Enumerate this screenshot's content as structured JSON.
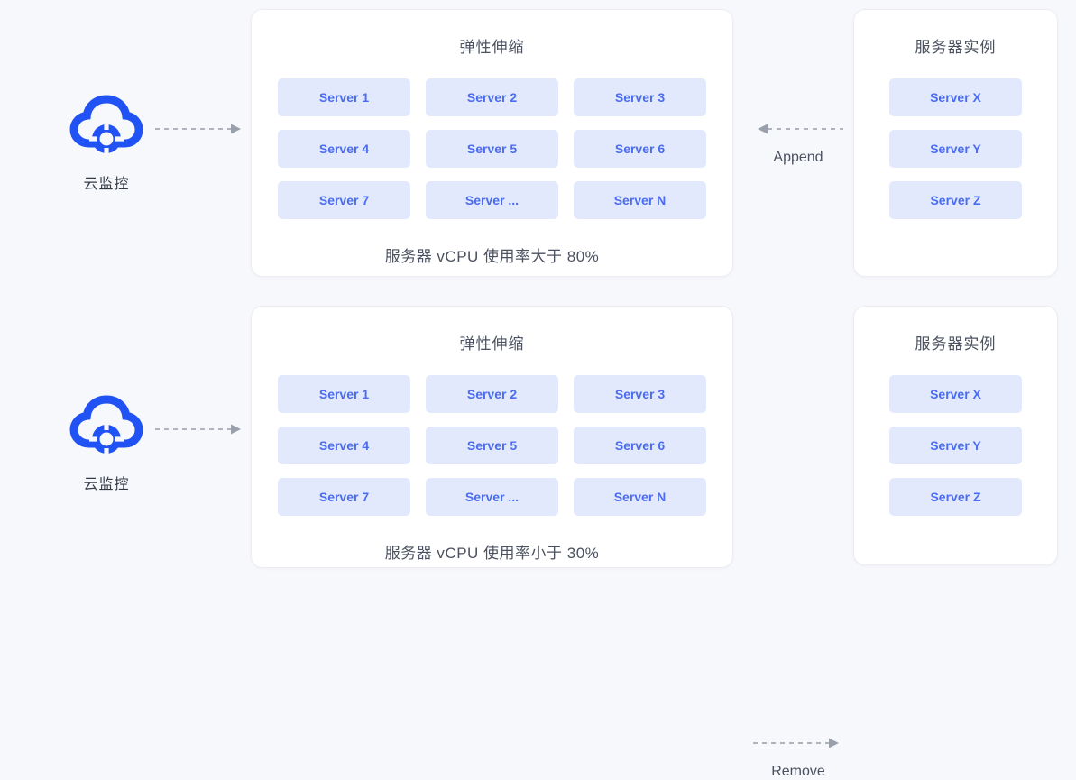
{
  "page": {
    "background_color": "#f7f8fc",
    "accent_color": "#4a6cf0",
    "chip_bg_color": "#e3e9fc",
    "cloud_icon_color": "#2152f3",
    "arrow_color": "#b0b3bd"
  },
  "rows": [
    {
      "id": "scale-out",
      "source": {
        "icon": "cloud-monitor-icon",
        "label": "云监控"
      },
      "scaling_card": {
        "title": "弹性伸缩",
        "servers": [
          "Server 1",
          "Server 2",
          "Server 3",
          "Server 4",
          "Server 5",
          "Server 6",
          "Server 7",
          "Server ...",
          "Server N"
        ],
        "caption": "服务器 vCPU 使用率大于 80%"
      },
      "link": {
        "label": "Append",
        "direction": "left"
      },
      "pool_card": {
        "title": "服务器实例",
        "servers": [
          "Server X",
          "Server Y",
          "Server Z"
        ]
      }
    },
    {
      "id": "scale-in",
      "source": {
        "icon": "cloud-monitor-icon",
        "label": "云监控"
      },
      "scaling_card": {
        "title": "弹性伸缩",
        "servers": [
          "Server 1",
          "Server 2",
          "Server 3",
          "Server 4",
          "Server 5",
          "Server 6",
          "Server 7",
          "Server ...",
          "Server N"
        ],
        "caption": "服务器 vCPU 使用率小于 30%"
      },
      "link": {
        "label": "Remove",
        "direction": "right"
      },
      "pool_card": {
        "title": "服务器实例",
        "servers": [
          "Server X",
          "Server Y",
          "Server Z"
        ]
      }
    }
  ]
}
